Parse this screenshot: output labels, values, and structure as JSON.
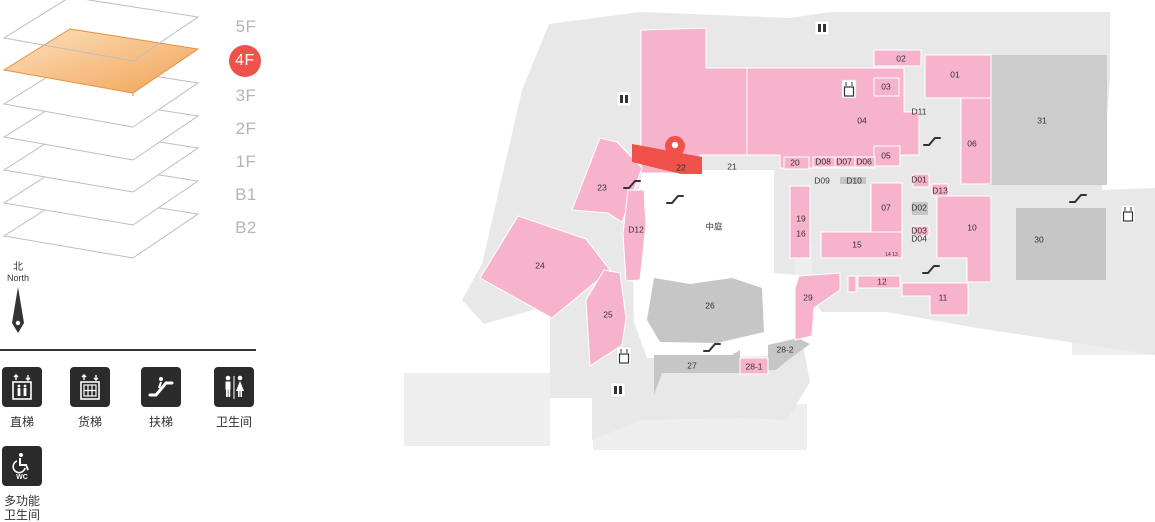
{
  "floors": [
    {
      "id": "5F",
      "label": "5F",
      "active": false
    },
    {
      "id": "4F",
      "label": "4F",
      "active": true
    },
    {
      "id": "3F",
      "label": "3F",
      "active": false
    },
    {
      "id": "2F",
      "label": "2F",
      "active": false
    },
    {
      "id": "1F",
      "label": "1F",
      "active": false
    },
    {
      "id": "B1",
      "label": "B1",
      "active": false
    },
    {
      "id": "B2",
      "label": "B2",
      "active": false
    }
  ],
  "compass": {
    "cn": "北",
    "en": "North"
  },
  "legend": [
    {
      "key": "elevator",
      "label": "直梯",
      "icon": "elevator-icon"
    },
    {
      "key": "freight",
      "label": "货梯",
      "icon": "freight-elevator-icon"
    },
    {
      "key": "escalator",
      "label": "扶梯",
      "icon": "escalator-icon"
    },
    {
      "key": "restroom",
      "label": "卫生间",
      "icon": "restroom-icon"
    },
    {
      "key": "accessible",
      "label": "多功能\n卫生间",
      "icon": "accessible-restroom-icon",
      "badge": "WC"
    }
  ],
  "map": {
    "atrium": "中庭",
    "shops": [
      "01",
      "02",
      "03",
      "04",
      "05",
      "06",
      "07",
      "10",
      "11",
      "12",
      "15",
      "19",
      "16",
      "20",
      "21",
      "22",
      "23",
      "24",
      "25",
      "26",
      "27",
      "28-1",
      "28-2",
      "29",
      "30",
      "31",
      "D01",
      "D02",
      "D03",
      "D04",
      "D06",
      "D07",
      "D08",
      "D09",
      "D10",
      "D11",
      "D12",
      "D13",
      "14",
      "13"
    ],
    "colors": {
      "shop": "#f8b3cc",
      "selected": "#f0514a",
      "gray": "#c6c6c6",
      "floor": "#eeeeee",
      "active_floor": "#f2a355"
    }
  }
}
